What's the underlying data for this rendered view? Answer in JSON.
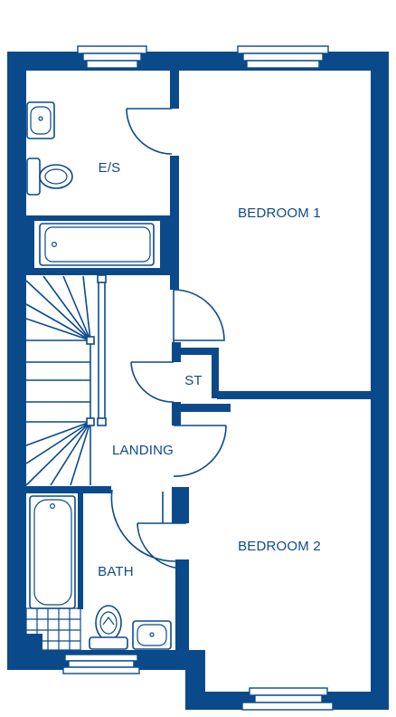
{
  "plan": {
    "colors": {
      "wall": "#0b4a8a",
      "background": "#ffffff"
    },
    "rooms": {
      "ensuite": "E/S",
      "bedroom1": "BEDROOM 1",
      "store": "ST",
      "landing": "LANDING",
      "bedroom2": "BEDROOM 2",
      "bath": "BATH"
    },
    "icons": {
      "basin": "basin-icon",
      "toilet": "toilet-icon",
      "bathtub": "bathtub-icon",
      "stairs": "stairs-icon",
      "window": "window-icon",
      "door": "door-swing-icon"
    }
  }
}
